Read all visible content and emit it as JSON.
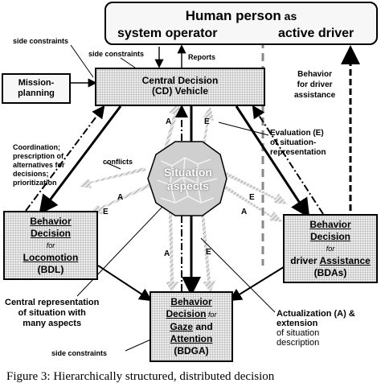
{
  "human": {
    "title_line1_a": "Human person",
    "title_line1_b": " as",
    "left": "system operator",
    "right": "active driver"
  },
  "cd": {
    "line1": "Central Decision",
    "line2": "(CD) Vehicle"
  },
  "mission": {
    "line1": "Mission-",
    "line2": "planning"
  },
  "bdl": {
    "line1": "Behavior",
    "line2": "Decision",
    "line3": "for",
    "line4": "Locomotion",
    "line5": "(BDL)"
  },
  "bdas": {
    "line1": "Behavior",
    "line2": "Decision",
    "line3": "for",
    "line4a": "driver ",
    "line4b": "Assistance",
    "line5": "(BDAs)"
  },
  "bdga": {
    "line1": "Behavior",
    "line2a": "Decision",
    "line2b": " for",
    "line3a": "Gaze",
    "line3b": " and",
    "line4": "Attention",
    "line5": "(BDGA)"
  },
  "situation": {
    "line1": "Situation",
    "line2": "aspects"
  },
  "labels": {
    "side_constraints_top": "side constraints",
    "side_constraints_mid": "side constraints",
    "side_constraints_bottom": "side constraints",
    "reports": "Reports",
    "behavior_driver_line1": "Behavior",
    "behavior_driver_line2": "for driver",
    "behavior_driver_line3": "assistance",
    "evaluation_line1": "Evaluation (E)",
    "evaluation_line2": "of situation-",
    "evaluation_line3": "representation",
    "coordination_line1": "Coordination;",
    "coordination_line2": "prescription of",
    "coordination_line3": "alternatives for",
    "coordination_line4": "decisions;",
    "coordination_line5": "prioritization",
    "conflicts": "conflicts",
    "central_rep_line1": "Central representation",
    "central_rep_line2": "of situation with",
    "central_rep_line3": "many aspects",
    "actualization_line1": "Actualization (A) &",
    "actualization_line2": "extension",
    "actualization_line3": "of situation",
    "actualization_line4": "description",
    "a": "A",
    "e": "E"
  },
  "caption": "Figure 3: Hierarchically structured, distributed decision"
}
